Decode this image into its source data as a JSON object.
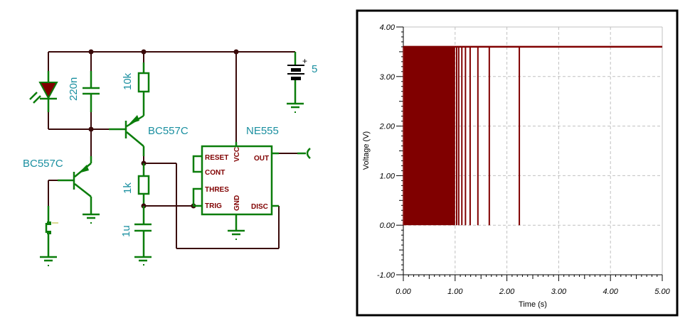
{
  "schematic": {
    "components": {
      "photodiode": {
        "label": ""
      },
      "capacitor_top": {
        "label": "220n"
      },
      "resistor_10k": {
        "label": "10k"
      },
      "transistor_upper": {
        "label": "BC557C"
      },
      "transistor_lower": {
        "label": "BC557C"
      },
      "resistor_1k": {
        "label": "1k"
      },
      "capacitor_1u": {
        "label": "1u"
      },
      "battery": {
        "label": "5",
        "polarity": "+"
      },
      "timer_ic": {
        "label": "NE555",
        "pins": {
          "reset": "RESET",
          "cont": "CONT",
          "thres": "THRES",
          "trig": "TRIG",
          "vcc": "VCC",
          "gnd": "GND",
          "out": "OUT",
          "disc": "DISC"
        }
      },
      "switch": {
        "label": ""
      }
    },
    "colors": {
      "wire": "#3a0a0a",
      "component": "#0b7d0b",
      "label": "#1a8fa0",
      "pin_text": "#800000"
    }
  },
  "chart_data": {
    "type": "line",
    "title": "",
    "xlabel": "Time (s)",
    "ylabel": "Voltage (V)",
    "xlim": [
      0,
      5
    ],
    "ylim": [
      -1,
      4
    ],
    "xticks": [
      "0.00",
      "1.00",
      "2.00",
      "3.00",
      "4.00",
      "5.00"
    ],
    "yticks": [
      "-1.00",
      "0.00",
      "1.00",
      "2.00",
      "3.00",
      "4.00"
    ],
    "grid": true,
    "series": [
      {
        "name": "OUT",
        "color": "#800000",
        "high_level": 3.6,
        "low_level": 0.0,
        "dense_oscillation": {
          "start": 0.01,
          "end": 1.0
        },
        "pulse_times": [
          1.03,
          1.07,
          1.13,
          1.2,
          1.29,
          1.44,
          1.66,
          2.24
        ],
        "end_time": 5.0
      }
    ]
  }
}
